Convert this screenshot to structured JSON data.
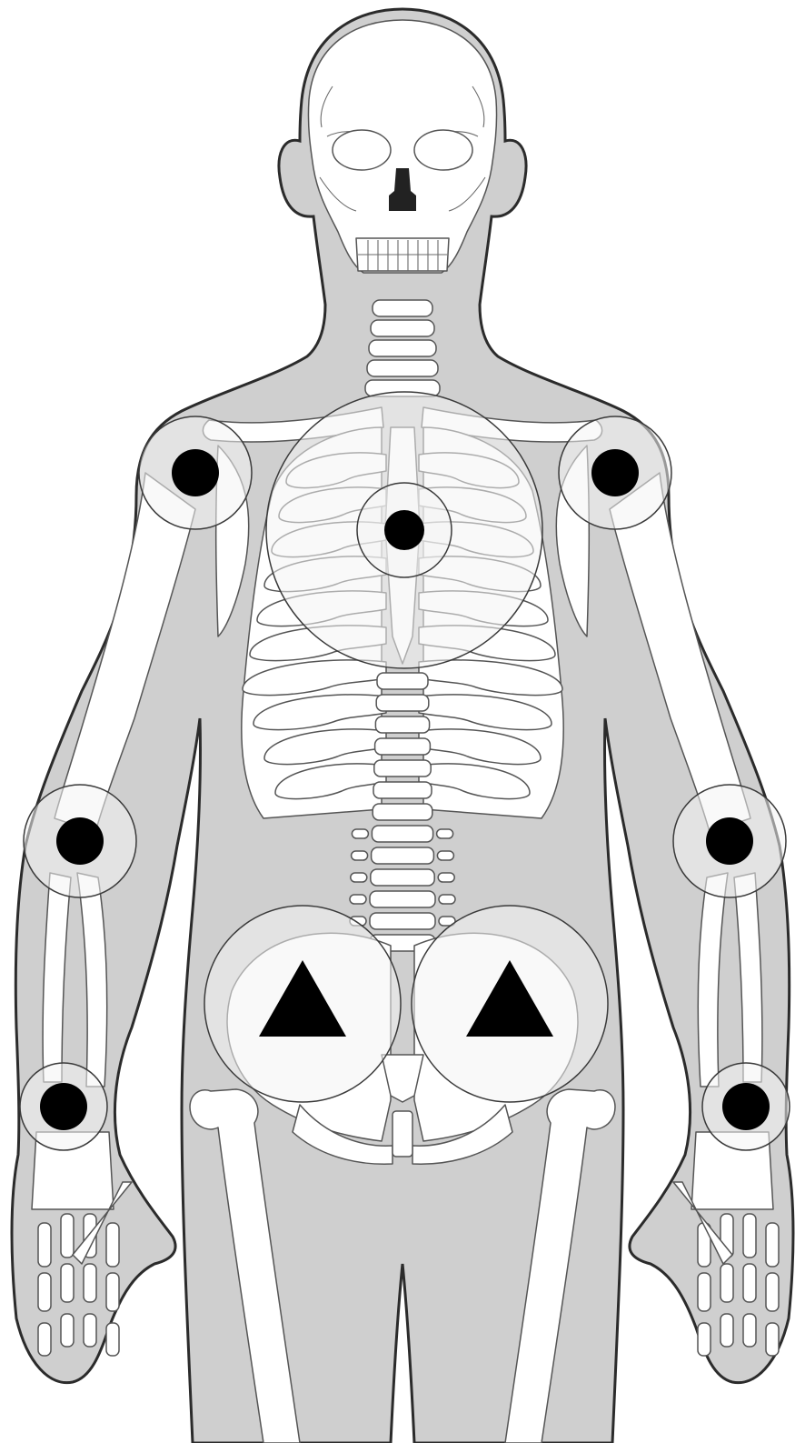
{
  "colors": {
    "background": "#ffffff",
    "body_fill": "#cfcfcf",
    "body_outline": "#2b2b2b",
    "bone_fill": "#ffffff",
    "bone_outline": "#555555",
    "zone_fill": "#f4f4f4",
    "zone_outline": "#3a3a3a",
    "marker_fill": "#000000"
  },
  "markers": [
    {
      "id": "right-shoulder",
      "shape": "circle-marker",
      "zone": "small"
    },
    {
      "id": "left-shoulder",
      "shape": "circle-marker",
      "zone": "small"
    },
    {
      "id": "sternum",
      "shape": "circle-marker",
      "zone": "chest"
    },
    {
      "id": "right-elbow",
      "shape": "circle-marker",
      "zone": "small"
    },
    {
      "id": "left-elbow",
      "shape": "circle-marker",
      "zone": "small"
    },
    {
      "id": "right-wrist",
      "shape": "circle-marker",
      "zone": "small"
    },
    {
      "id": "left-wrist",
      "shape": "circle-marker",
      "zone": "small"
    },
    {
      "id": "right-sacroiliac",
      "shape": "triangle-marker",
      "zone": "large"
    },
    {
      "id": "left-sacroiliac",
      "shape": "triangle-marker",
      "zone": "large"
    }
  ]
}
